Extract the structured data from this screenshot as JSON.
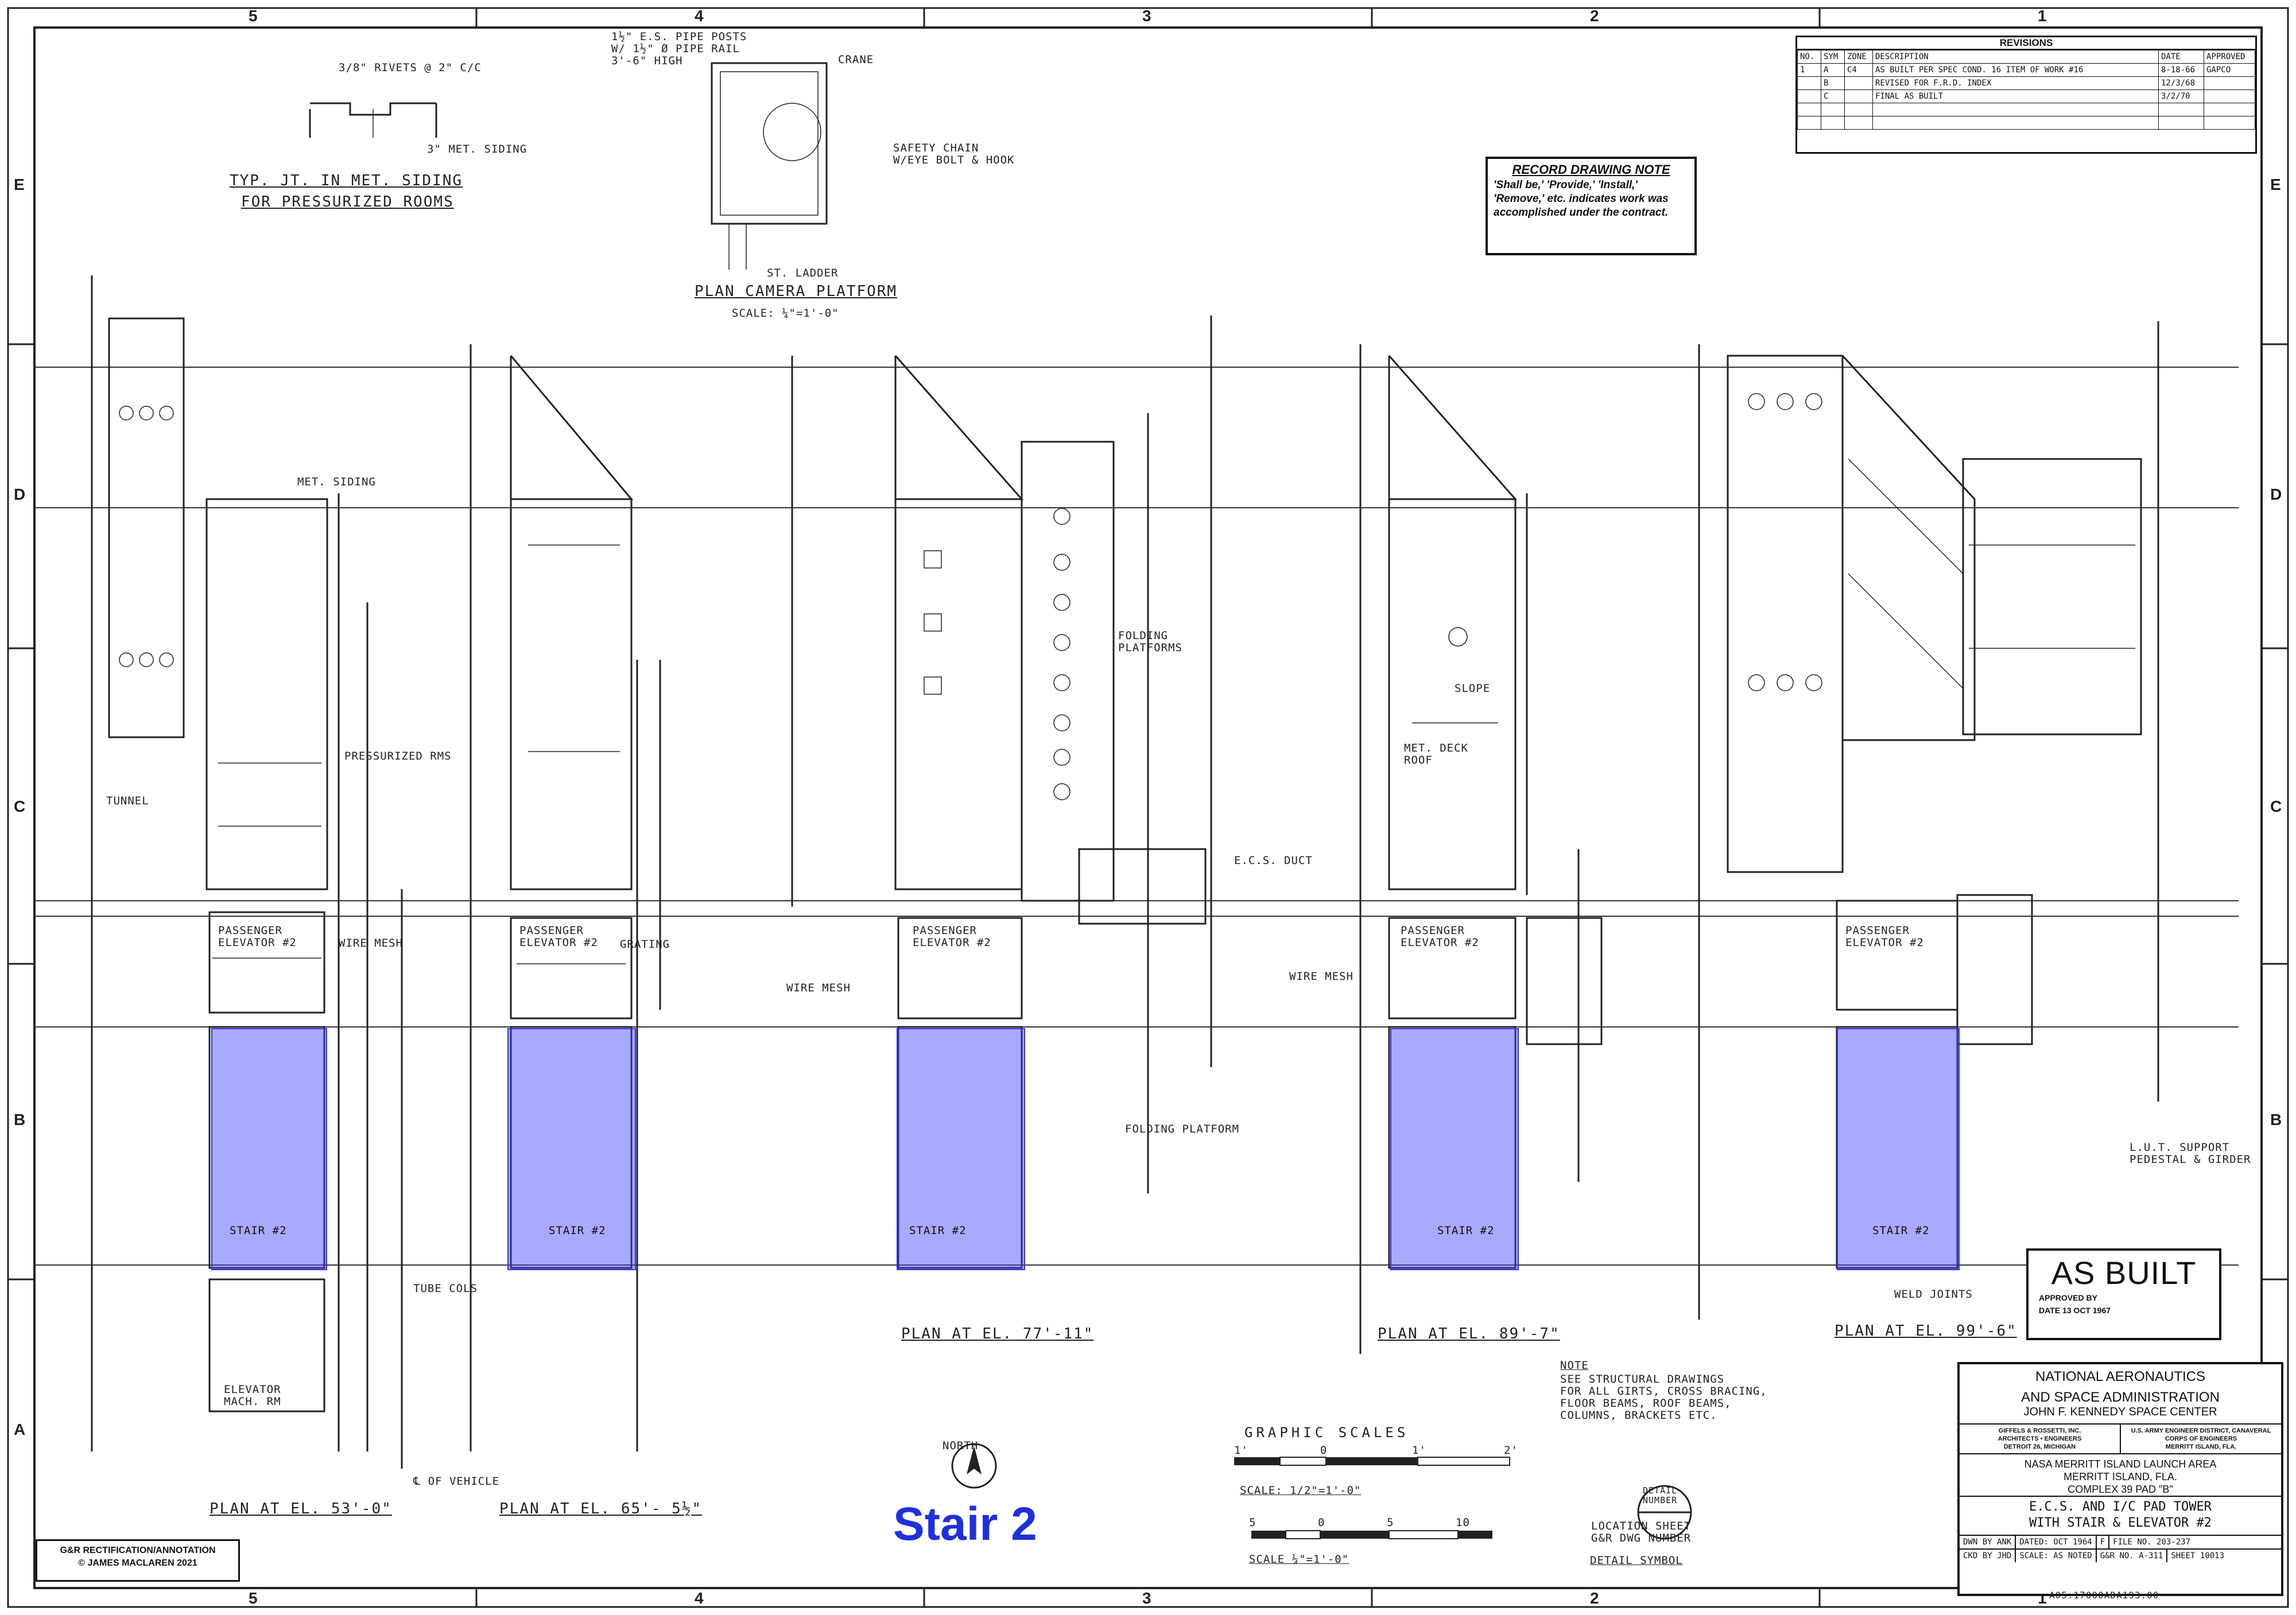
{
  "caption": "Stair 2",
  "grid": {
    "columns": [
      "5",
      "4",
      "3",
      "2",
      "1"
    ],
    "rows": [
      "E",
      "D",
      "C",
      "B",
      "A"
    ]
  },
  "plans": [
    {
      "label": "PLAN AT EL. 53'-0\"",
      "stair": "STAIR #2"
    },
    {
      "label": "PLAN AT EL. 65'- 5½\"",
      "stair": "STAIR #2"
    },
    {
      "label": "PLAN AT EL. 77'-11\"",
      "stair": "STAIR #2"
    },
    {
      "label": "PLAN AT EL. 89'-7\"",
      "stair": "STAIR #2"
    },
    {
      "label": "PLAN AT EL. 99'-6\"",
      "stair": "STAIR #2"
    }
  ],
  "details": {
    "siding_title_1": "TYP. JT. IN MET. SIDING",
    "siding_title_2": "FOR PRESSURIZED ROOMS",
    "rivets": "3/8\" RIVETS @ 2\" C/C",
    "siding_note": "3\" MET. SIDING",
    "camera_title": "PLAN CAMERA PLATFORM",
    "camera_scale": "SCALE: ¼\"=1'-0\"",
    "pipe_posts": "1½\" E.S. PIPE POSTS\nW/ 1½\" Ø PIPE RAIL\n3'-6\" HIGH",
    "safety_chain": "SAFETY CHAIN\nW/EYE BOLT & HOOK",
    "crane": "CRANE",
    "ladder": "ST. LADDER"
  },
  "annotations": {
    "met_siding": "MET. SIDING",
    "tunnel": "TUNNEL",
    "pressurized": "PRESSURIZED RMS",
    "passenger_elevator": "PASSENGER\nELEVATOR #2",
    "wire_mesh": "WIRE MESH",
    "folding_platforms": "FOLDING\nPLATFORMS",
    "folding_platform": "FOLDING PLATFORM",
    "slope": "SLOPE",
    "met_deck_roof": "MET. DECK\nROOF",
    "elevator_mach": "ELEVATOR\nMACH. RM",
    "of_vehicle": "℄ OF VEHICLE",
    "tube_cols": "TUBE COLS",
    "weld_joints": "WELD JOINTS",
    "grating": "GRATING",
    "ecs_duct": "E.C.S. DUCT",
    "lut_support": "L.U.T. SUPPORT\nPEDESTAL & GIRDER"
  },
  "record_note": {
    "heading": "RECORD DRAWING NOTE",
    "body": "'Shall be,' 'Provide,' 'Install,' 'Remove,' etc. indicates work was accomplished under the contract."
  },
  "general_note": {
    "heading": "NOTE",
    "body": "SEE STRUCTURAL DRAWINGS\nFOR ALL GIRTS, CROSS BRACING,\nFLOOR BEAMS, ROOF BEAMS,\nCOLUMNS, BRACKETS ETC."
  },
  "north": "NORTH",
  "scales": {
    "title": "GRAPHIC SCALES",
    "scale_1": "SCALE: 1/2\"=1'-0\"",
    "scale_2": "SCALE ¼\"=1'-0\"",
    "ticks_1": [
      "1'",
      "0",
      "1'",
      "2'"
    ],
    "ticks_2": [
      "5",
      "0",
      "5",
      "10"
    ]
  },
  "detail_symbol": {
    "label": "DETAIL SYMBOL",
    "detail_number": "DETAIL\nNUMBER",
    "location": "LOCATION SHEET\nG&R DWG NUMBER"
  },
  "revisions": {
    "title": "REVISIONS",
    "columns": [
      "NO.",
      "SYM",
      "ZONE",
      "DESCRIPTION",
      "DATE",
      "APPROVED"
    ],
    "rows": [
      [
        "1",
        "A",
        "C4",
        "AS BUILT PER SPEC COND. 16 ITEM OF WORK #16",
        "8-18-66",
        "GAPCO"
      ],
      [
        "",
        "B",
        "",
        "REVISED FOR F.R.D. INDEX",
        "12/3/68",
        ""
      ],
      [
        "",
        "C",
        "",
        "FINAL AS BUILT",
        "3/2/70",
        ""
      ]
    ]
  },
  "as_built": {
    "title": "AS BUILT",
    "approved": "APPROVED BY",
    "date_label": "DATE",
    "date": "13 OCT 1967"
  },
  "title_block": {
    "agency_1": "NATIONAL AERONAUTICS",
    "agency_2": "AND SPACE ADMINISTRATION",
    "center": "JOHN F. KENNEDY SPACE CENTER",
    "firm": "GIFFELS & ROSSETTI, INC.\nARCHITECTS • ENGINEERS\nDETROIT 26, MICHIGAN",
    "army": "U.S. ARMY ENGINEER DISTRICT, CANAVERAL\nCORPS OF ENGINEERS\nMERRITT ISLAND, FLA.",
    "project_1": "NASA MERRITT ISLAND LAUNCH AREA",
    "project_2": "MERRITT ISLAND, FLA.",
    "project_3": "COMPLEX 39    PAD \"B\"",
    "title_1": "E.C.S. AND I/C PAD TOWER",
    "title_2": "WITH STAIR & ELEVATOR #2",
    "drawn": "DWN BY ANK",
    "dated": "DATED: OCT 1964",
    "checked": "CKD BY JHD",
    "scale": "SCALE: AS NOTED",
    "gr_no": "G&R NO. A-311",
    "file_no": "FILE NO. 203-237",
    "sheet": "SHEET 10013",
    "size": "F",
    "index": "A05.17000ADA193.00"
  },
  "credit": {
    "line_1": "G&R RECTIFICATION/ANNOTATION",
    "line_2": "© JAMES MACLAREN 2021"
  },
  "colors": {
    "stair_highlight": "#4040ff",
    "caption": "#1f2fe0",
    "line": "#222222"
  }
}
